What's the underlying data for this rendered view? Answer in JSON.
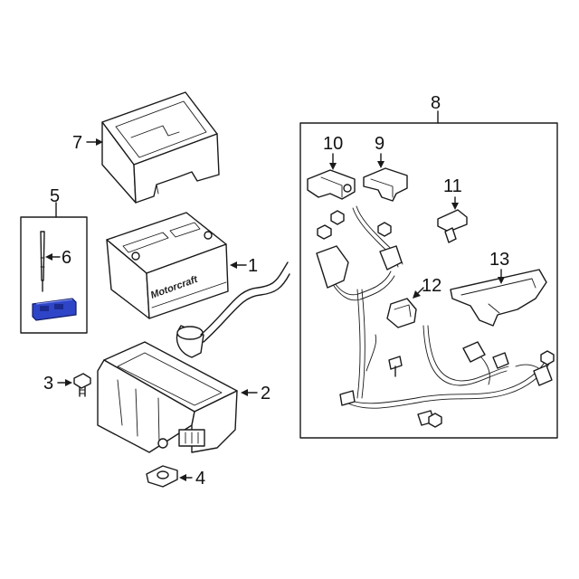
{
  "callouts": {
    "c1": "1",
    "c2": "2",
    "c3": "3",
    "c4": "4",
    "c5": "5",
    "c6": "6",
    "c7": "7",
    "c8": "8",
    "c9": "9",
    "c10": "10",
    "c11": "11",
    "c12": "12",
    "c13": "13"
  },
  "battery_brand": "Motorcraft",
  "colors": {
    "line": "#1a1a1a",
    "highlight_sensor": "#2f45c8"
  }
}
